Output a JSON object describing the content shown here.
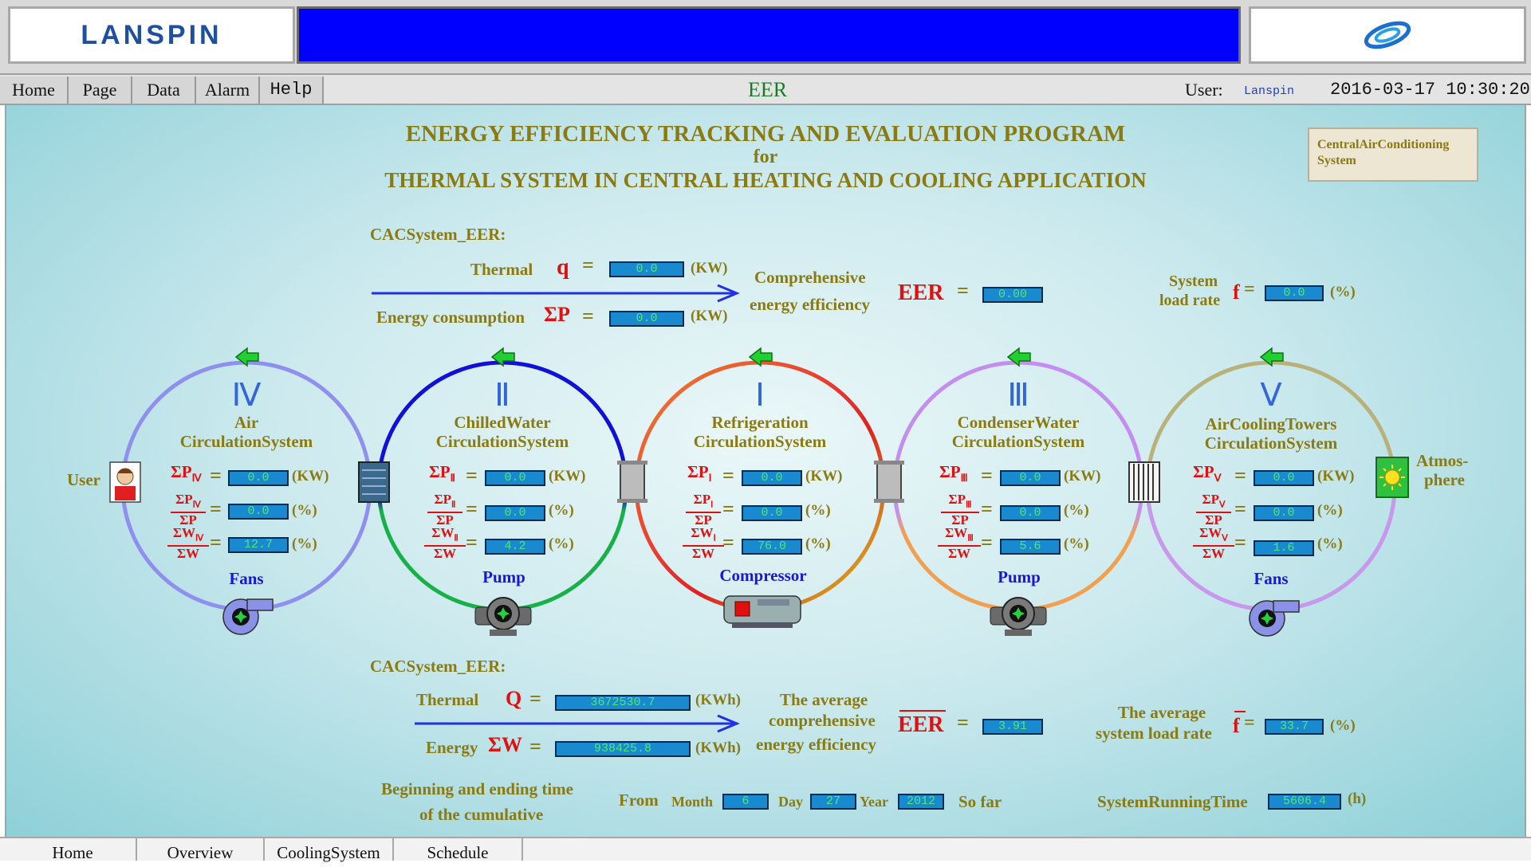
{
  "header": {
    "logo": "LANSPIN"
  },
  "menu": {
    "items": [
      "Home",
      "Page",
      "Data",
      "Alarm",
      "Help"
    ],
    "page_name": "EER",
    "user_label": "User:",
    "user_name": "Lanspin",
    "datetime": "2016-03-17 10:30:20"
  },
  "title": {
    "line1": "ENERGY EFFICIENCY TRACKING AND EVALUATION PROGRAM",
    "line2": "for",
    "line3": "THERMAL SYSTEM IN CENTRAL HEATING AND COOLING APPLICATION"
  },
  "system_box": "CentralAirConditioning System",
  "instant": {
    "heading": "CACSystem_EER:",
    "thermal_label": "Thermal",
    "thermal_symbol": "q",
    "thermal_value": "0.0",
    "thermal_unit": "(KW)",
    "energy_label": "Energy consumption",
    "energy_symbol": "ΣP",
    "energy_value": "0.0",
    "energy_unit": "(KW)",
    "ce_line1": "Comprehensive",
    "ce_line2": "energy efficiency",
    "eer_label": "EER",
    "eer_value": "0.00",
    "load_line1": "System",
    "load_line2": "load rate",
    "load_symbol": "f",
    "load_value": "0.0",
    "load_unit": "(%)"
  },
  "systems": [
    {
      "roman": "Ⅳ",
      "name1": "Air",
      "name2": "CirculationSystem",
      "sub": "Ⅳ",
      "p": "0.0",
      "pp": "0.0",
      "w": "12.7",
      "device": "Fans"
    },
    {
      "roman": "Ⅱ",
      "name1": "ChilledWater",
      "name2": "CirculationSystem",
      "sub": "Ⅱ",
      "p": "0.0",
      "pp": "0.0",
      "w": "4.2",
      "device": "Pump"
    },
    {
      "roman": "Ⅰ",
      "name1": "Refrigeration",
      "name2": "CirculationSystem",
      "sub": "Ⅰ",
      "p": "0.0",
      "pp": "0.0",
      "w": "76.0",
      "device": "Compressor"
    },
    {
      "roman": "Ⅲ",
      "name1": "CondenserWater",
      "name2": "CirculationSystem",
      "sub": "Ⅲ",
      "p": "0.0",
      "pp": "0.0",
      "w": "5.6",
      "device": "Pump"
    },
    {
      "roman": "Ⅴ",
      "name1": "AirCoolingTowers",
      "name2": "CirculationSystem",
      "sub": "Ⅴ",
      "p": "0.0",
      "pp": "0.0",
      "w": "1.6",
      "device": "Fans"
    }
  ],
  "units": {
    "kw": "(KW)",
    "pct": "(%)"
  },
  "side": {
    "user": "User",
    "atmos1": "Atmos-",
    "atmos2": "phere"
  },
  "cumulative": {
    "heading": "CACSystem_EER:",
    "thermal_label": "Thermal",
    "thermal_symbol": "Q",
    "thermal_value": "3672530.7",
    "thermal_unit": "(KWh)",
    "energy_label": "Energy",
    "energy_symbol": "ΣW",
    "energy_value": "938425.8",
    "energy_unit": "(KWh)",
    "avg_line1": "The average",
    "avg_line2": "comprehensive",
    "avg_line3": "energy efficiency",
    "eer_label": "EER",
    "eer_value": "3.91",
    "load_line1": "The average",
    "load_line2": "system load rate",
    "load_symbol": "f",
    "load_value": "33.7",
    "load_unit": "(%)",
    "begin_line1": "Beginning and ending time",
    "begin_line2": "of the cumulative",
    "from": "From",
    "month_label": "Month",
    "month": "6",
    "day_label": "Day",
    "day": "27",
    "year_label": "Year",
    "year": "2012",
    "so_far": "So far",
    "running_label": "SystemRunningTime",
    "running_value": "5606.4",
    "running_unit": "(h)"
  },
  "footer": {
    "tabs": [
      "Home",
      "Overview",
      "CoolingSystem",
      "Schedule"
    ]
  },
  "colors": {
    "circle_iv": "#8f8fef",
    "circle_ii_top": "#1010d8",
    "circle_ii_bottom": "#18b048",
    "circle_i": "#f26a2a",
    "circle_iii": "#c48ef0",
    "circle_v": "#b8b27a"
  }
}
